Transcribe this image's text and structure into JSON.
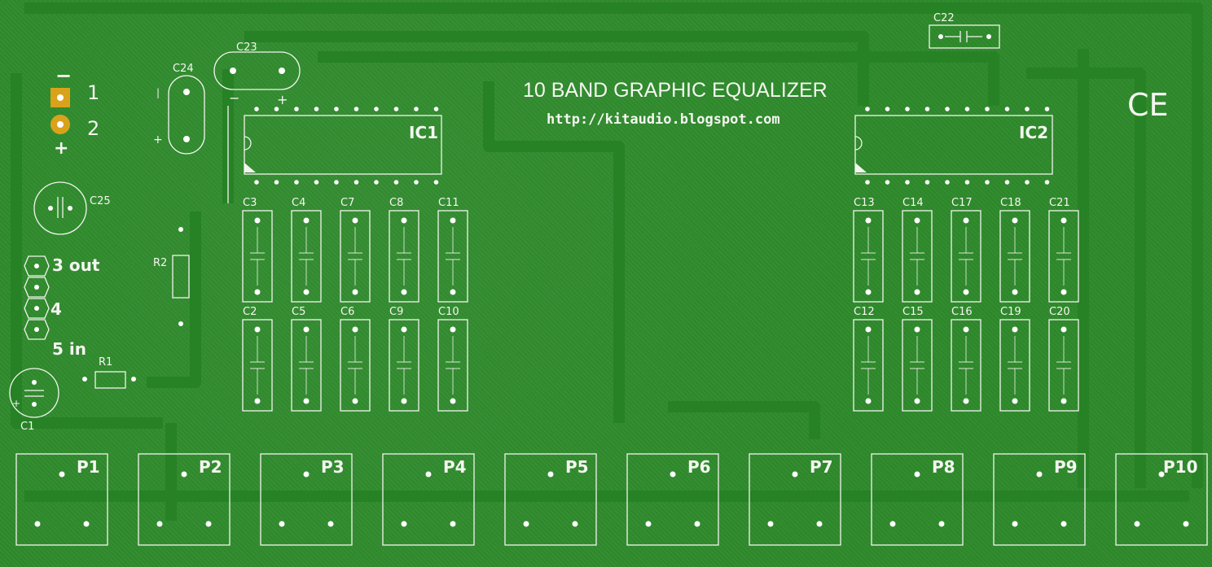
{
  "title": "10 BAND GRAPHIC EQUALIZER",
  "url": "http://kitaudio.blogspot.com",
  "ce_mark": "CE",
  "ics": [
    "IC1",
    "IC2"
  ],
  "power_pins": {
    "pin1": "1",
    "pin2": "2",
    "minus": "−",
    "plus": "+"
  },
  "io_pins": [
    "3 out",
    "4",
    "5 in"
  ],
  "resistors": [
    "R1",
    "R2"
  ],
  "caps_misc": {
    "c1": "C1",
    "c22": "C22",
    "c23": "C23",
    "c24": "C24",
    "c25": "C25"
  },
  "cap_polarity": {
    "minus": "−",
    "plus": "+",
    "bar": "|"
  },
  "caps_left_top": [
    "C3",
    "C4",
    "C7",
    "C8",
    "C11"
  ],
  "caps_left_bottom": [
    "C2",
    "C5",
    "C6",
    "C9",
    "C10"
  ],
  "caps_right_top": [
    "C13",
    "C14",
    "C17",
    "C18",
    "C21"
  ],
  "caps_right_bottom": [
    "C12",
    "C15",
    "C16",
    "C19",
    "C20"
  ],
  "pots": [
    "P1",
    "P2",
    "P3",
    "P4",
    "P5",
    "P6",
    "P7",
    "P8",
    "P9",
    "P10"
  ],
  "colors": {
    "board": "#2f8b2c",
    "silkscreen": "#f2f5ee",
    "pad_gold": "#d9a21b"
  }
}
